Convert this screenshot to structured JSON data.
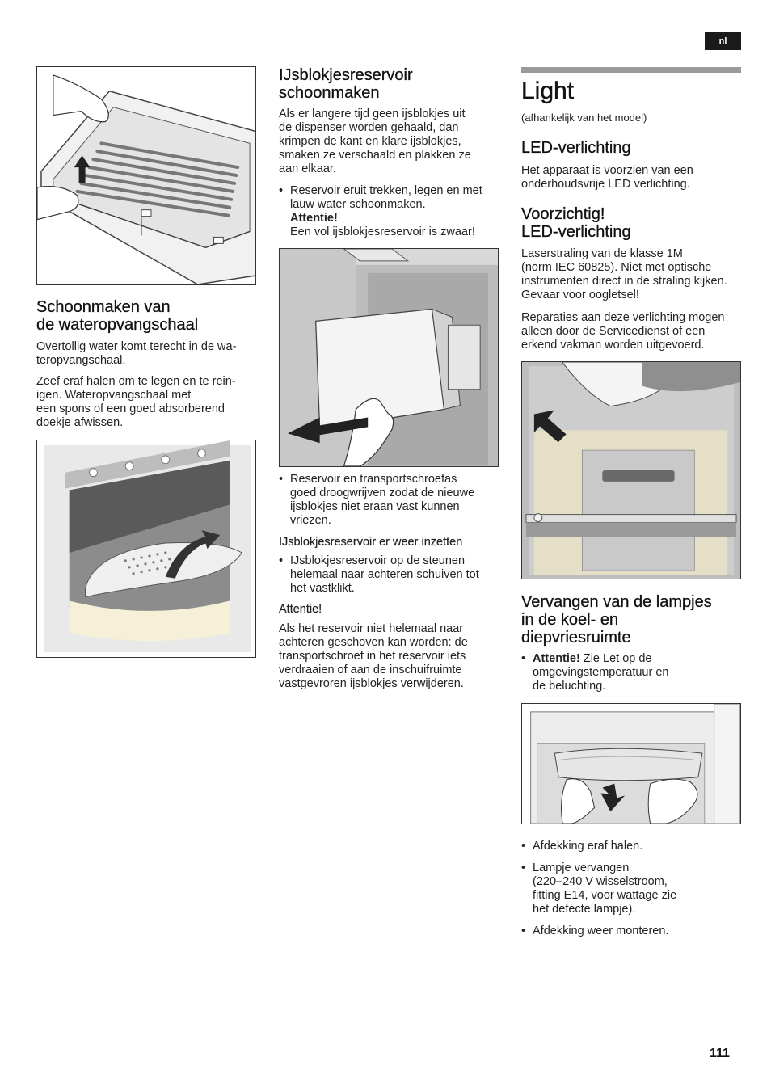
{
  "lang": "nl",
  "page_number": "111",
  "col1": {
    "heading": "Schoonmaken van\nde wateropvangschaal",
    "p1": "Overtollig water komt terecht in de wa-\nteropvangschaal.",
    "p2": "Zeef eraf halen om te legen en te rein-\nigen. Wateropvangschaal met\neen spons of een goed absorberend\ndoekje afwissen."
  },
  "col2": {
    "heading": "IJsblokjesreservoir\nschoonmaken",
    "intro": "Als er langere tijd geen ijsblokjes uit\nde dispenser worden gehaald, dan\nkrimpen de kant en klare ijsblokjes,\nsmaken ze verschaald en plakken ze\naan elkaar.",
    "bullet1": "Reservoir eruit trekken, legen en met\nlauw water schoonmaken.",
    "bullet1_attn": "Attentie!",
    "bullet1_attn_text": "Een vol ijsblokjesreservoir is zwaar!",
    "bullet2": "Reservoir en transportschroefas\ngoed droogwrijven zodat de nieuwe\nijsblokjes niet eraan vast kunnen\nvriezen.",
    "subheading": "IJsblokjesreservoir er weer inzetten",
    "bullet3": "IJsblokjesreservoir op de steunen\nhelemaal naar achteren schuiven tot\nhet vastklikt.",
    "attn_label": "Attentie!",
    "attn_text": "Als het reservoir niet helemaal naar\nachteren geschoven kan worden: de\ntransportschroef in het reservoir iets\nverdraaien of aan de inschuifruimte\nvastgevroren ijsblokjes verwijderen."
  },
  "col3": {
    "title": "Light",
    "subtitle": "(afhankelijk van het model)",
    "led_heading": "LED-verlichting",
    "led_text": "Het apparaat is voorzien van een\nonderhoudsvrije LED verlichting.",
    "caution_heading": "Voorzichtig!\nLED-verlichting",
    "caution_p1": "Laserstraling van de klasse 1M\n(norm IEC 60825). Niet met optische\ninstrumenten direct in de straling kijken.\nGevaar voor oogletsel!",
    "caution_p2": "Reparaties aan deze verlichting mogen\nalleen door de Servicedienst of een\nerkend vakman worden uitgevoerd.",
    "replace_heading": "Vervangen van de lampjes\nin de koel- en\ndiepvriesruimte",
    "replace_attn": "Attentie!",
    "replace_attn_text": " Zie Let op de\nomgevingstemperatuur en\nde beluchting.",
    "step1": "Afdekking eraf halen.",
    "step2": "Lampje vervangen\n(220–240 V wisselstroom,\nfitting E14, voor wattage zie\nhet defecte lampje).",
    "step3": "Afdekking weer monteren."
  }
}
